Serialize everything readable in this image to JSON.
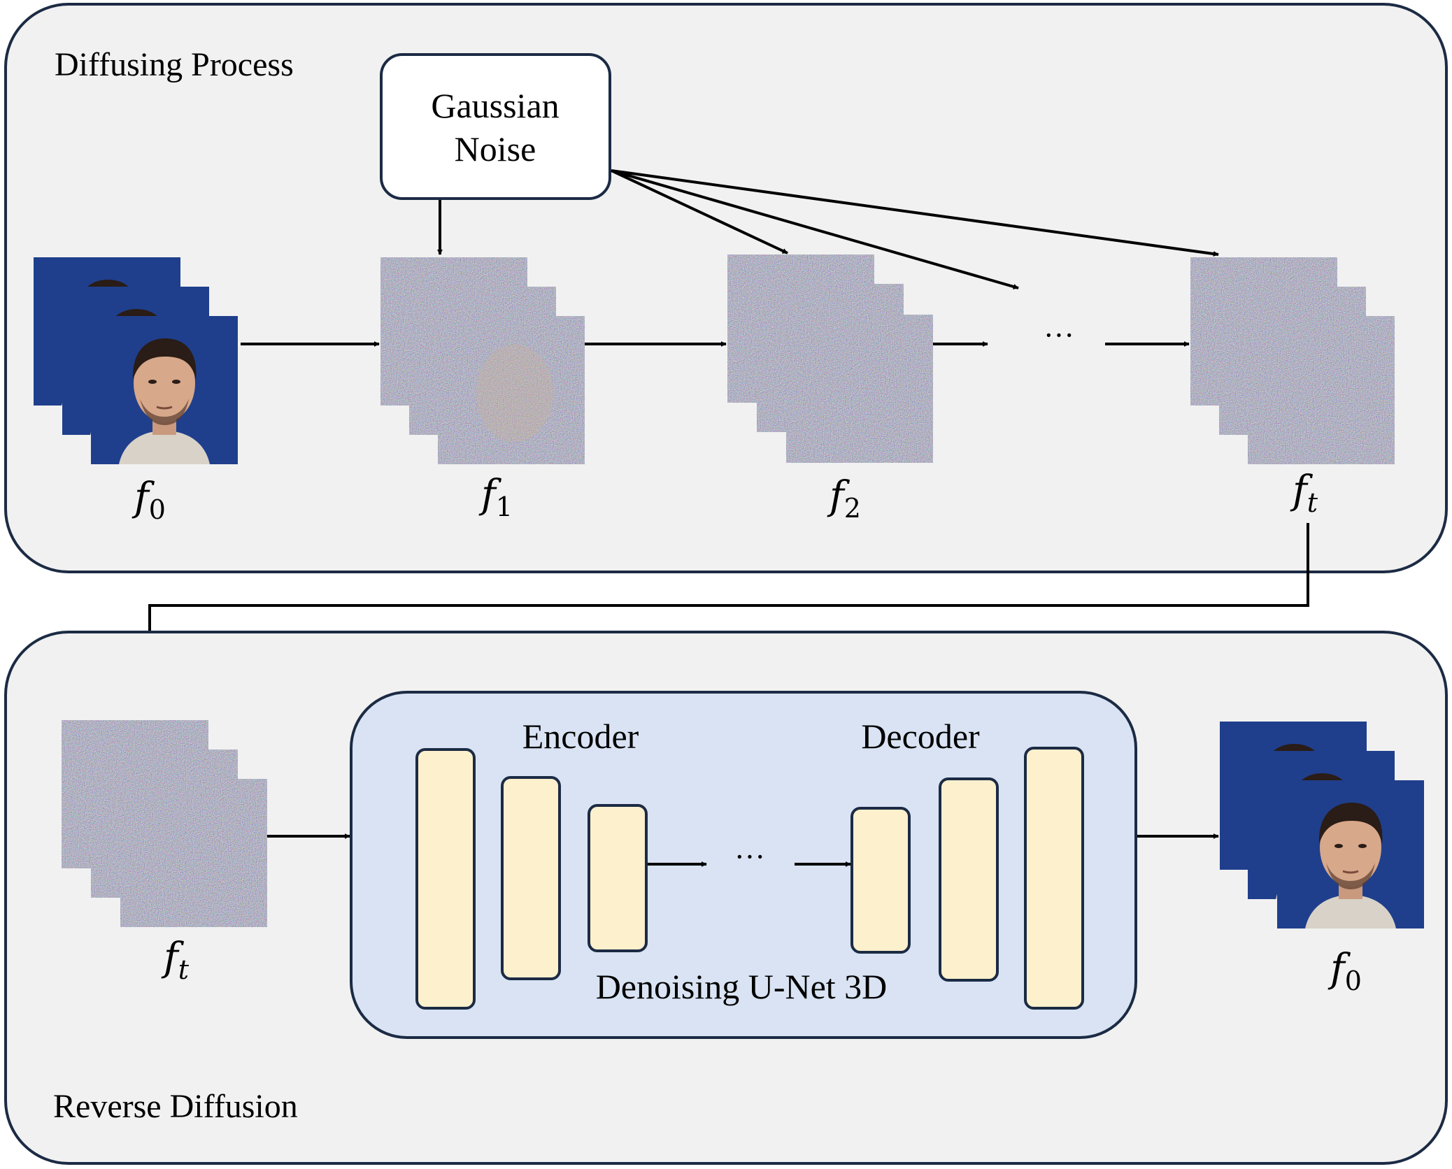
{
  "panels": {
    "top": {
      "title": "Diffusing Process"
    },
    "bottom": {
      "title": "Reverse Diffusion"
    }
  },
  "noise_box": {
    "line1": "Gaussian",
    "line2": "Noise"
  },
  "labels": {
    "f0_top": {
      "base": "f",
      "sub": "0"
    },
    "f1": {
      "base": "f",
      "sub": "1"
    },
    "f2": {
      "base": "f",
      "sub": "2"
    },
    "ft_top": {
      "base": "f",
      "sub": "t"
    },
    "ft_bottom": {
      "base": "f",
      "sub": "t"
    },
    "f0_bottom": {
      "base": "f",
      "sub": "0"
    }
  },
  "ellipsis": "···",
  "unet": {
    "encoder_label": "Encoder",
    "decoder_label": "Decoder",
    "title": "Denoising U-Net 3D",
    "ellipsis": "···"
  },
  "colors": {
    "panel_fill": "#f1f1f1",
    "panel_stroke": "#1c2b44",
    "unet_fill": "#d9e3f3",
    "block_fill": "#fdf0cc",
    "face_bg": "#1f3f8c"
  }
}
